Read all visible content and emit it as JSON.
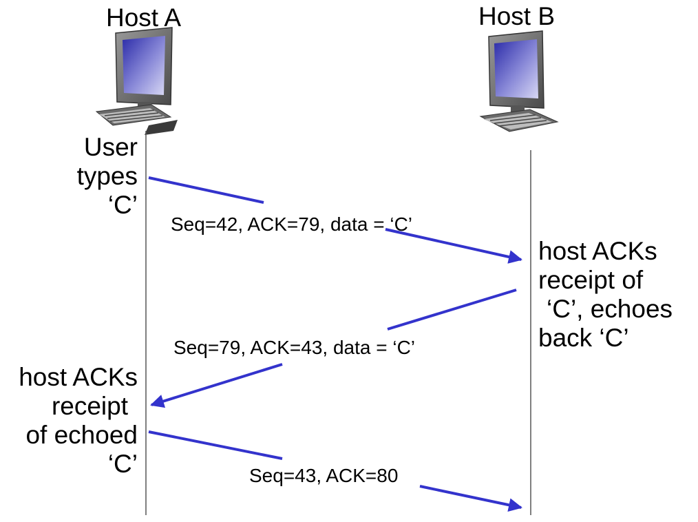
{
  "hosts": {
    "a": {
      "label": "Host A",
      "icon": "desktop-computer-icon"
    },
    "b": {
      "label": "Host B",
      "icon": "desktop-computer-icon"
    }
  },
  "annotations": {
    "user_types": [
      "User",
      "types",
      "‘C’"
    ],
    "host_b_ack": [
      "host ACKs",
      "receipt of",
      "‘C’, echoes",
      "back ‘C’"
    ],
    "host_a_ack": [
      "host ACKs",
      "receipt",
      "of echoed",
      "‘C’"
    ]
  },
  "messages": {
    "m1": "Seq=42, ACK=79, data = ‘C’",
    "m2": "Seq=79, ACK=43, data = ‘C’",
    "m3": "Seq=43, ACK=80"
  },
  "colors": {
    "arrow": "#3333cc",
    "timeline": "#555555"
  }
}
